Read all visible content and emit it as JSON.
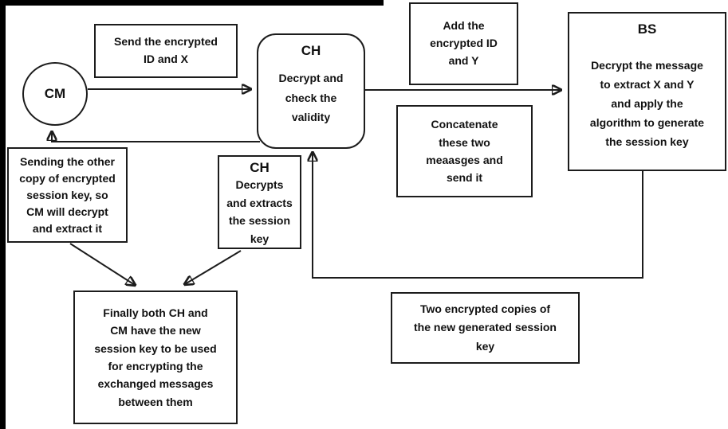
{
  "figure": {
    "background": "#ffffff",
    "line_color": "#1c1c1c"
  },
  "nodes": {
    "cm": {
      "label": "CM"
    },
    "send": {
      "text": "Send the encrypted\nID and X"
    },
    "ch": {
      "title": "CH",
      "body": "Decrypt and\ncheck the\nvalidity"
    },
    "add": {
      "text": "Add the\nencrypted ID\nand Y"
    },
    "bs": {
      "title": "BS",
      "body": "Decrypt the message\nto extract X and Y\nand apply the\nalgorithm to generate\nthe session key"
    },
    "concatenate": {
      "text": "Concatenate\nthese two\nmeaasges and\nsend it"
    },
    "sending": {
      "text": "Sending the other\ncopy of encrypted\nsession key, so\nCM will decrypt\nand extract it"
    },
    "finally_note": {
      "text": "Finally both CH and\nCM have the new\nsession key to be used\nfor encrypting the\nexchanged messages\nbetween them"
    },
    "ch_decrypts": {
      "title": "CH",
      "body": "Decrypts\nand extracts\nthe session\nkey"
    },
    "two_copies": {
      "text": "Two encrypted copies of\nthe new generated session\nkey"
    }
  },
  "edges": [
    {
      "from": "CM",
      "to": "CH"
    },
    {
      "from": "CH",
      "to": "BS"
    },
    {
      "from": "BS",
      "to": "CH"
    },
    {
      "from": "CH",
      "to": "CM"
    },
    {
      "from": "sending-note",
      "to": "finally-note"
    },
    {
      "from": "ch-decrypts-note",
      "to": "finally-note"
    }
  ]
}
